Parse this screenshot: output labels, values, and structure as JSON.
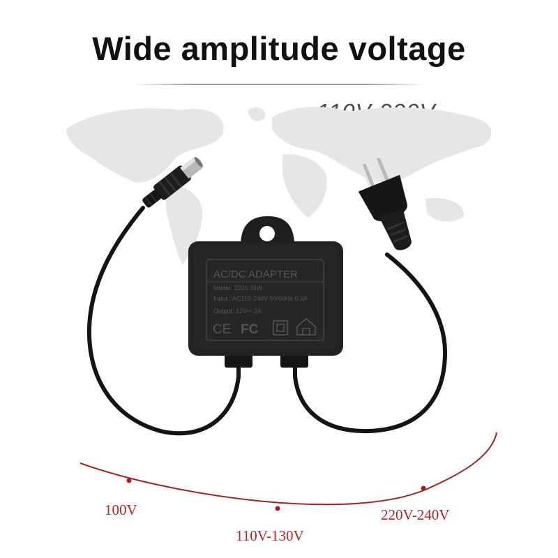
{
  "headline": "Wide amplitude voltage",
  "voltage_range": "110V-220V",
  "adapter": {
    "title": "AC/DC ADAPTER",
    "model": "Model: 1220 24W",
    "input": "Input : AC110-240V 50/60Hz 0.3A",
    "output": "Output: 12V⎓ 2A",
    "mark_ce": "CE",
    "mark_fc": "FC"
  },
  "scale": {
    "low": "100V",
    "mid": "110V-130V",
    "high": "220V-240V",
    "color": "#a81f1f"
  }
}
